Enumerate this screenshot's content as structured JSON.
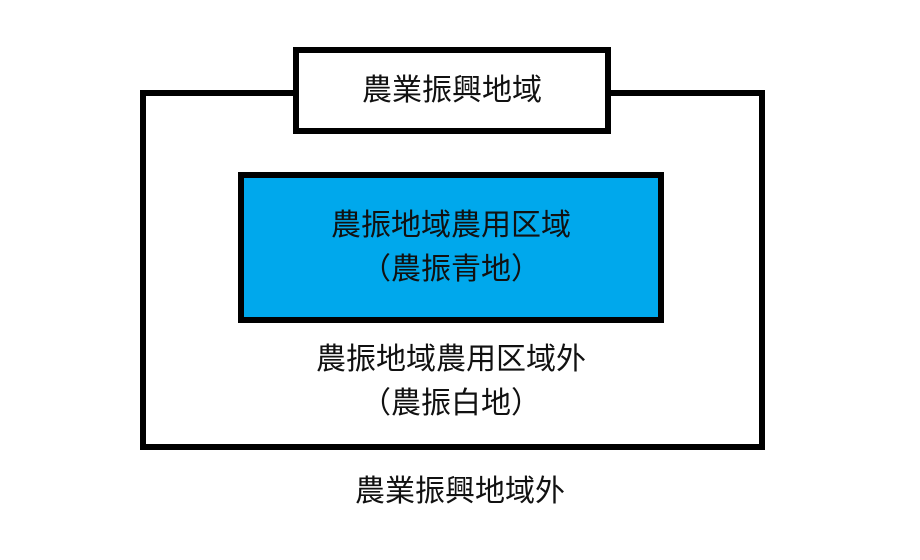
{
  "diagram": {
    "outer_region": {
      "label": "農業振興地域",
      "border_color": "#000000",
      "fill_color": "#ffffff"
    },
    "inner_region": {
      "label_line1": "農振地域農用区域",
      "label_line2": "（農振青地）",
      "border_color": "#000000",
      "fill_color": "#00a8ec"
    },
    "outside_inner_label": {
      "line1": "農振地域農用区域外",
      "line2": "（農振白地）"
    },
    "outside_outer_label": "農業振興地域外"
  }
}
